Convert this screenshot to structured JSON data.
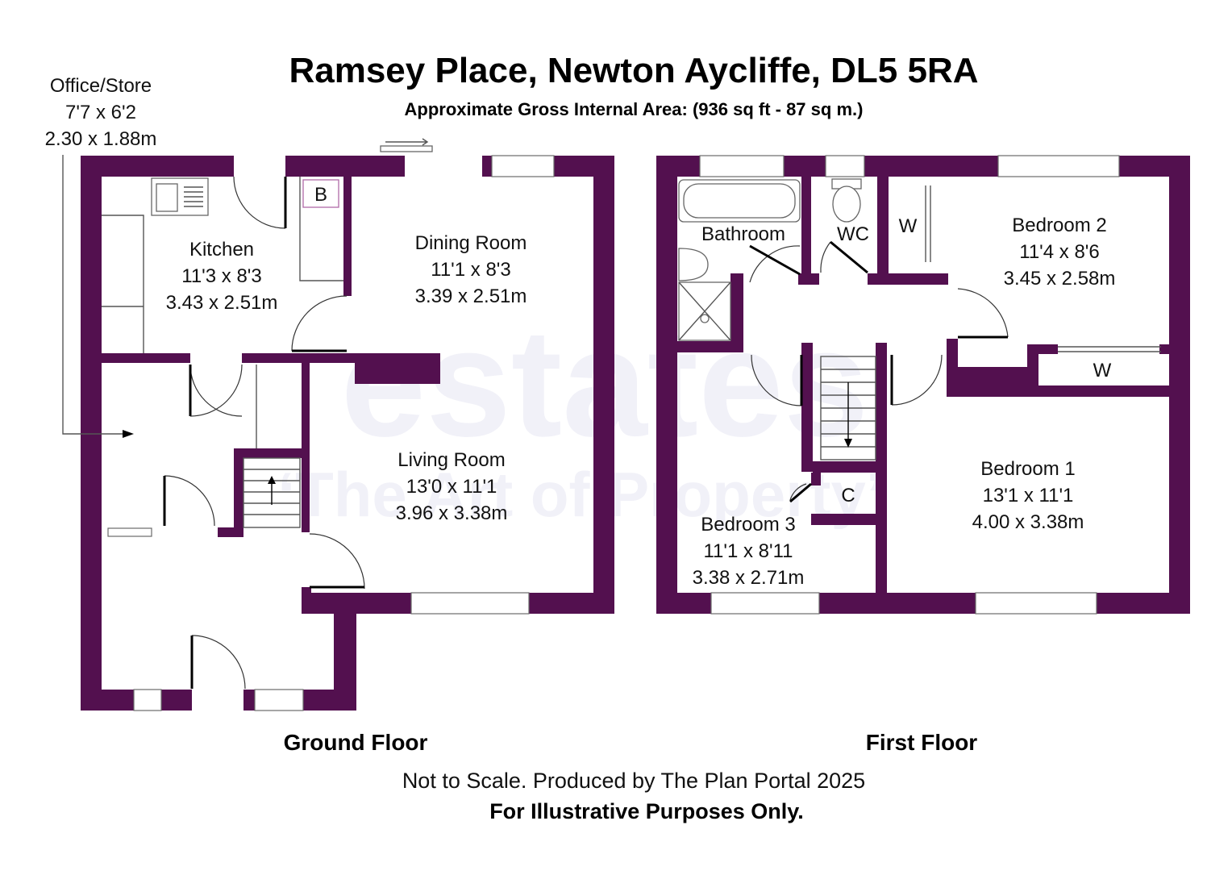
{
  "header": {
    "title": "Ramsey Place, Newton Aycliffe, DL5 5RA",
    "subtitle": "Approximate Gross Internal Area: (936 sq ft - 87 sq m.)"
  },
  "watermark": {
    "brand": "estates",
    "tagline": "‘The Art of Property’"
  },
  "office_store": {
    "name": "Office/Store",
    "imperial": "7'7 x 6'2",
    "metric": "2.30 x 1.88m"
  },
  "ground_floor": {
    "label": "Ground Floor",
    "rooms": [
      {
        "name": "Kitchen",
        "imperial": "11'3 x 8'3",
        "metric": "3.43 x 2.51m"
      },
      {
        "name": "Dining Room",
        "imperial": "11'1 x 8'3",
        "metric": "3.39 x 2.51m"
      },
      {
        "name": "Living Room",
        "imperial": "13'0 x 11'1",
        "metric": "3.96 x 3.38m"
      }
    ],
    "boiler_label": "B"
  },
  "first_floor": {
    "label": "First Floor",
    "rooms": [
      {
        "name": "Bathroom"
      },
      {
        "name": "WC"
      },
      {
        "name": "Bedroom 2",
        "imperial": "11'4 x 8'6",
        "metric": "3.45 x 2.58m"
      },
      {
        "name": "Bedroom 1",
        "imperial": "13'1 x 11'1",
        "metric": "4.00 x 3.38m"
      },
      {
        "name": "Bedroom 3",
        "imperial": "11'1 x 8'11",
        "metric": "3.38 x 2.71m"
      }
    ],
    "wardrobe_label": "W",
    "cupboard_label": "C"
  },
  "footer": {
    "note": "Not to Scale. Produced by The Plan Portal 2025",
    "disclaimer": "For Illustrative Purposes Only."
  },
  "colors": {
    "wall": "#53104f",
    "watermark": "#f1f1f8"
  }
}
